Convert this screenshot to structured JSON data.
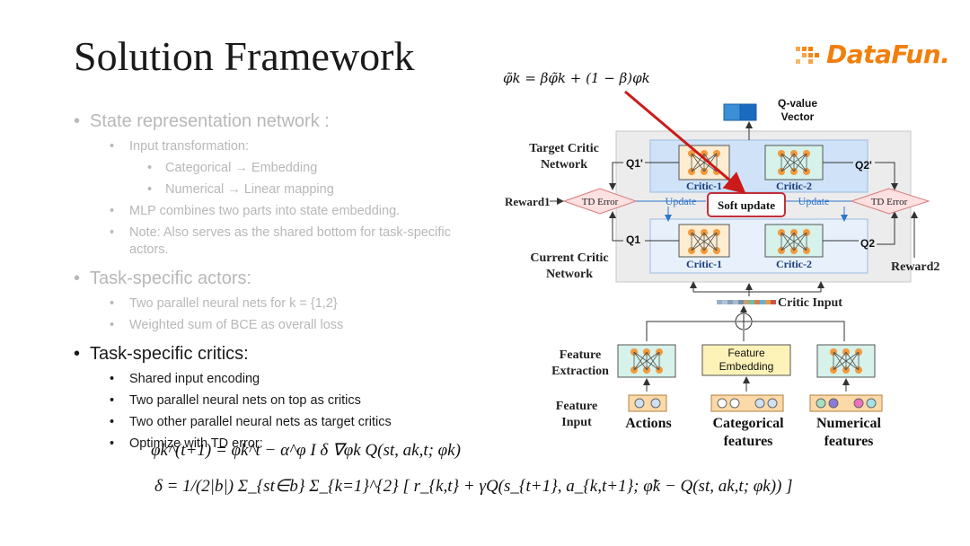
{
  "title": "Solution Framework",
  "logo": {
    "text": "DataFun.",
    "accent": "#f27f0c"
  },
  "bullets": {
    "state": "State representation network :",
    "input_transform": "Input transformation:",
    "categorical": "Categorical → Embedding",
    "numerical": "Numerical → Linear mapping",
    "mlp": "MLP combines two parts into state embedding.",
    "note": "Note: Also serves as the shared bottom for task-specific actors.",
    "actors": "Task-specific actors:",
    "actors_1": "Two parallel neural nets for k = {1,2}",
    "actors_2": "Weighted sum of BCE as overall loss",
    "critics": "Task-specific critics:",
    "critics_1": "Shared input encoding",
    "critics_2": "Two parallel neural nets on top as critics",
    "critics_3": "Two other parallel neural nets as target critics",
    "critics_4": "Optimize with TD error:"
  },
  "equations": {
    "soft_update": "φ̃k = βφ̃k + (1 − β)φk",
    "update_rule": "φk^(t+1) = φk^t − α^φ I δ ∇φk Q(st, ak,t; φk)",
    "delta": "δ = 1/(2|b|) Σ_{st∈b} Σ_{k=1}^{2} [ r_{k,t} + γQ(s_{t+1}, a_{k,t+1}; φ̃k − Q(st, ak,t; φk)) ]"
  },
  "diagram": {
    "q_value_vector": "Q-value\nVector",
    "target_critic_network": "Target Critic\nNetwork",
    "current_critic_network": "Current Critic\nNetwork",
    "critic_1": "Critic-1",
    "critic_2": "Critic-2",
    "q1_prime": "Q1'",
    "q2_prime": "Q2'",
    "q1": "Q1",
    "q2": "Q2",
    "td_error": "TD Error",
    "reward1": "Reward1",
    "reward2": "Reward2",
    "update": "Update",
    "soft_update": "Soft update",
    "critic_input": "Critic Input",
    "feature_extraction": "Feature\nExtraction",
    "feature_embedding": "Feature\nEmbedding",
    "feature_input": "Feature\nInput",
    "actions": "Actions",
    "categorical_features": "Categorical\nfeatures",
    "numerical_features": "Numerical\nfeatures",
    "colors": {
      "target_box": "#cfe2f7",
      "current_box": "#e8f1fb",
      "net_box_orange": "#fbecd2",
      "net_box_green": "#d6f2ea",
      "soft_update_border": "#c0303a",
      "arrow_red": "#cc1a1a",
      "update_blue": "#2f75c8"
    }
  }
}
